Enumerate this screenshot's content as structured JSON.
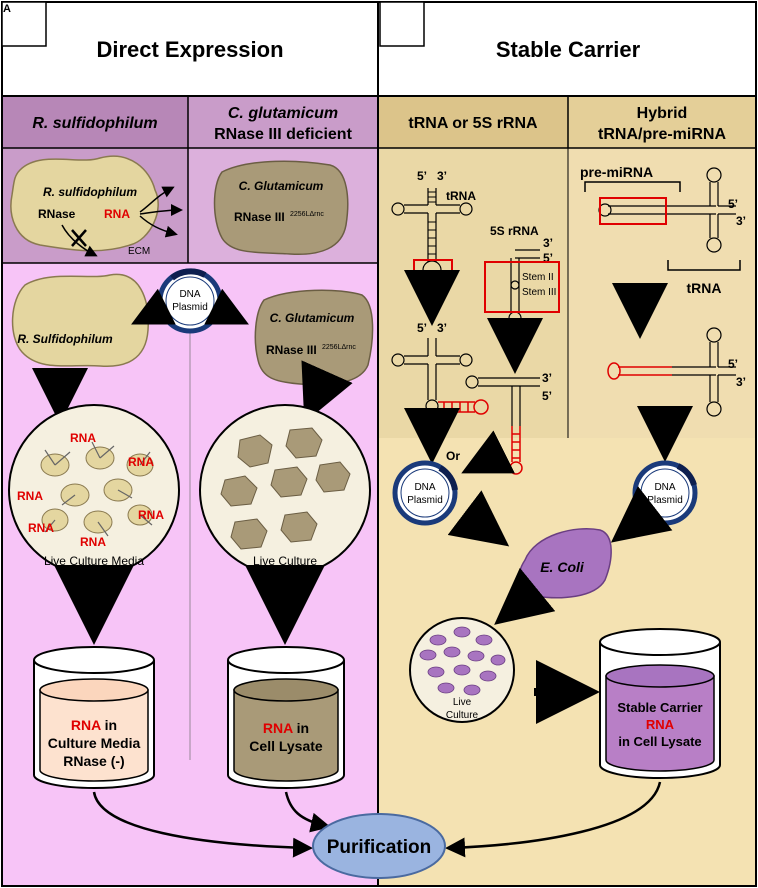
{
  "panel_letter": "A",
  "headers": {
    "direct_expression": "Direct Expression",
    "stable_carrier": "Stable Carrier"
  },
  "columns": {
    "rsulf": "R. sulfidophilum",
    "cglut_line1": "C. glutamicum",
    "cglut_line2": "RNase III deficient",
    "trna_5s": "tRNA or 5S rRNA",
    "hybrid_line1": "Hybrid",
    "hybrid_line2": "tRNA/pre-miRNA"
  },
  "labels": {
    "r_sulfidophilum": "R. sulfidophilum",
    "r_sulfidophilum_cap": "R. Sulfidophilum",
    "rnase": "RNase",
    "rna": "RNA",
    "ecm": "ECM",
    "c_glutamicum_cap": "C. Glutamicum",
    "rnase_iii": "RNase III",
    "rnase_iii_sup": "2256LΔrnc",
    "dna": "DNA",
    "plasmid": "Plasmid",
    "live_culture_media": "Live Culture Media",
    "rnase_minus": "RNase (-)",
    "live_culture": "Live Culture",
    "live": "Live",
    "culture": "Culture",
    "in_culture_media": " in",
    "culture_media": "Culture Media",
    "in_cell": " in",
    "cell_lysate": "Cell Lysate",
    "stable_carrier": "Stable Carrier",
    "in_cell_lysate": "in Cell Lysate",
    "five_prime": "5’",
    "three_prime": "3’",
    "trna": "tRNA",
    "five_s_rrna": "5S rRNA",
    "stem_ii": "Stem II",
    "stem_iii": "Stem III",
    "or": "Or",
    "pre_mirna": "pre-miRNA",
    "e_coli": "E. Coli",
    "purification": "Purification"
  },
  "colors": {
    "purple_bg": "#f7c4f7",
    "purple_header": "#b787b7",
    "purple_top": "#c99cc9",
    "tan_bg": "#f4e2b2",
    "tan_header": "#dcc48a",
    "tan_top": "#e8d49c",
    "rsulf_cell": "#e4d6a0",
    "cglut_cell": "#a99a78",
    "ecoli": "#a874c0",
    "purification": "#9ab4e0",
    "red": "#e00000",
    "navy": "#1a3a7a"
  }
}
